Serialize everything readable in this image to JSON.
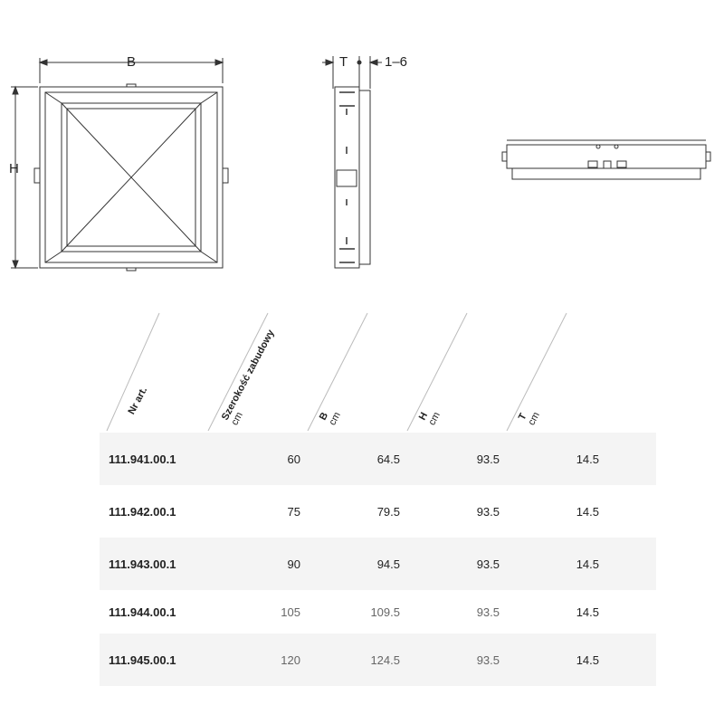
{
  "drawing": {
    "label_B": "B",
    "label_H": "H",
    "label_T": "T",
    "label_gap": "1–6"
  },
  "table": {
    "headers": [
      {
        "label": "Nr art.",
        "unit": ""
      },
      {
        "label": "Szerokość zabudowy",
        "unit": "cm"
      },
      {
        "label": "B",
        "unit": "cm"
      },
      {
        "label": "H",
        "unit": "cm"
      },
      {
        "label": "T",
        "unit": "cm"
      }
    ],
    "rows": [
      [
        "111.941.00.1",
        "60",
        "64.5",
        "93.5",
        "14.5"
      ],
      [
        "111.942.00.1",
        "75",
        "79.5",
        "93.5",
        "14.5"
      ],
      [
        "111.943.00.1",
        "90",
        "94.5",
        "93.5",
        "14.5"
      ],
      [
        "111.944.00.1",
        "105",
        "109.5",
        "93.5",
        "14.5"
      ],
      [
        "111.945.00.1",
        "120",
        "124.5",
        "93.5",
        "14.5"
      ]
    ]
  }
}
